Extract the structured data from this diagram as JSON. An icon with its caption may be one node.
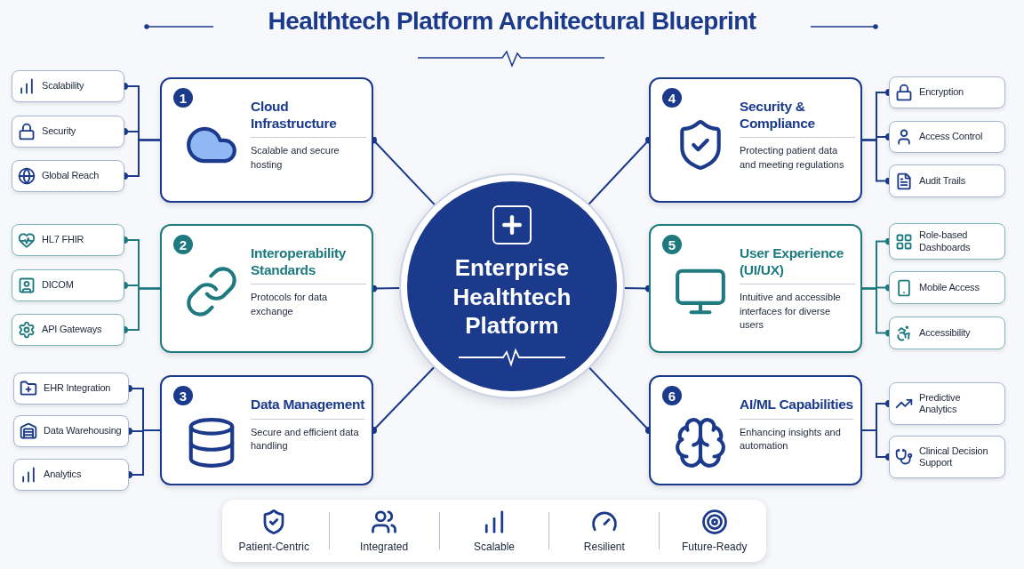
{
  "diagram": {
    "title": "Healthtech Platform Architectural Blueprint",
    "nodes": [
      {
        "text": [
          "Enterprise Healthtech Platform"
        ]
      },
      {
        "text": [
          "1",
          "Cloud Infrastructure",
          "Scalable and secure hosting"
        ]
      },
      {
        "text": [
          "2",
          "Interoperability Standards",
          "Protocols for data exchange"
        ]
      },
      {
        "text": [
          "3",
          "Data Management",
          "Secure and efficient data handling"
        ]
      },
      {
        "text": [
          "4",
          "Security & Compliance",
          "Protecting patient data and meeting regulations"
        ]
      },
      {
        "text": [
          "5",
          "User Experience (UI/UX)",
          "Intuitive and accessible interfaces for diverse users"
        ]
      },
      {
        "text": [
          "6",
          "AI/ML Capabilities",
          "Enhancing insights and automation"
        ]
      },
      {
        "text": [
          "Scalability"
        ]
      },
      {
        "text": [
          "Security"
        ]
      },
      {
        "text": [
          "Global Reach"
        ]
      },
      {
        "text": [
          "HL7 FHIR"
        ]
      },
      {
        "text": [
          "DICOM"
        ]
      },
      {
        "text": [
          "API Gateways"
        ]
      },
      {
        "text": [
          "EHR Integration"
        ]
      },
      {
        "text": [
          "Data Warehousing"
        ]
      },
      {
        "text": [
          "Analytics"
        ]
      },
      {
        "text": [
          "Encryption"
        ]
      },
      {
        "text": [
          "Access Control"
        ]
      },
      {
        "text": [
          "Audit Trails"
        ]
      },
      {
        "text": [
          "Role-based Dashboards"
        ]
      },
      {
        "text": [
          "Mobile Access"
        ]
      },
      {
        "text": [
          "Accessibility"
        ]
      },
      {
        "text": [
          "Predictive Analytics"
        ]
      },
      {
        "text": [
          "Clinical Decision Support"
        ]
      }
    ],
    "edges": [
      {
        "from": 0,
        "to": 1,
        "arrow": "other"
      },
      {
        "from": 0,
        "to": 2,
        "arrow": "other"
      },
      {
        "from": 0,
        "to": 3,
        "arrow": "other"
      },
      {
        "from": 0,
        "to": 4,
        "arrow": "other"
      },
      {
        "from": 0,
        "to": 5,
        "arrow": "other"
      },
      {
        "from": 0,
        "to": 6,
        "arrow": "other"
      },
      {
        "from": 1,
        "to": 7,
        "arrow": "other"
      },
      {
        "from": 1,
        "to": 8,
        "arrow": "other"
      },
      {
        "from": 1,
        "to": 9,
        "arrow": "other"
      },
      {
        "from": 2,
        "to": 10,
        "arrow": "other",
        "color": "#1f7a80"
      },
      {
        "from": 2,
        "to": 11,
        "arrow": "other",
        "color": "#1f7a80"
      },
      {
        "from": 2,
        "to": 12,
        "arrow": "other",
        "color": "#1f7a80"
      },
      {
        "from": 3,
        "to": 13,
        "arrow": "other"
      },
      {
        "from": 3,
        "to": 14,
        "arrow": "other"
      },
      {
        "from": 3,
        "to": 15,
        "arrow": "other"
      },
      {
        "from": 4,
        "to": 16,
        "arrow": "other"
      },
      {
        "from": 4,
        "to": 17,
        "arrow": "other"
      },
      {
        "from": 4,
        "to": 18,
        "arrow": "other"
      },
      {
        "from": 5,
        "to": 19,
        "arrow": "other",
        "color": "#1f7a80"
      },
      {
        "from": 5,
        "to": 20,
        "arrow": "other",
        "color": "#1f7a80"
      },
      {
        "from": 5,
        "to": 21,
        "arrow": "other",
        "color": "#1f7a80"
      },
      {
        "from": 6,
        "to": 22,
        "arrow": "other"
      },
      {
        "from": 6,
        "to": 23,
        "arrow": "other"
      }
    ],
    "labels": [
      "Patient-Centric",
      "Integrated",
      "Scalable",
      "Resilient",
      "Future-Ready"
    ]
  }
}
